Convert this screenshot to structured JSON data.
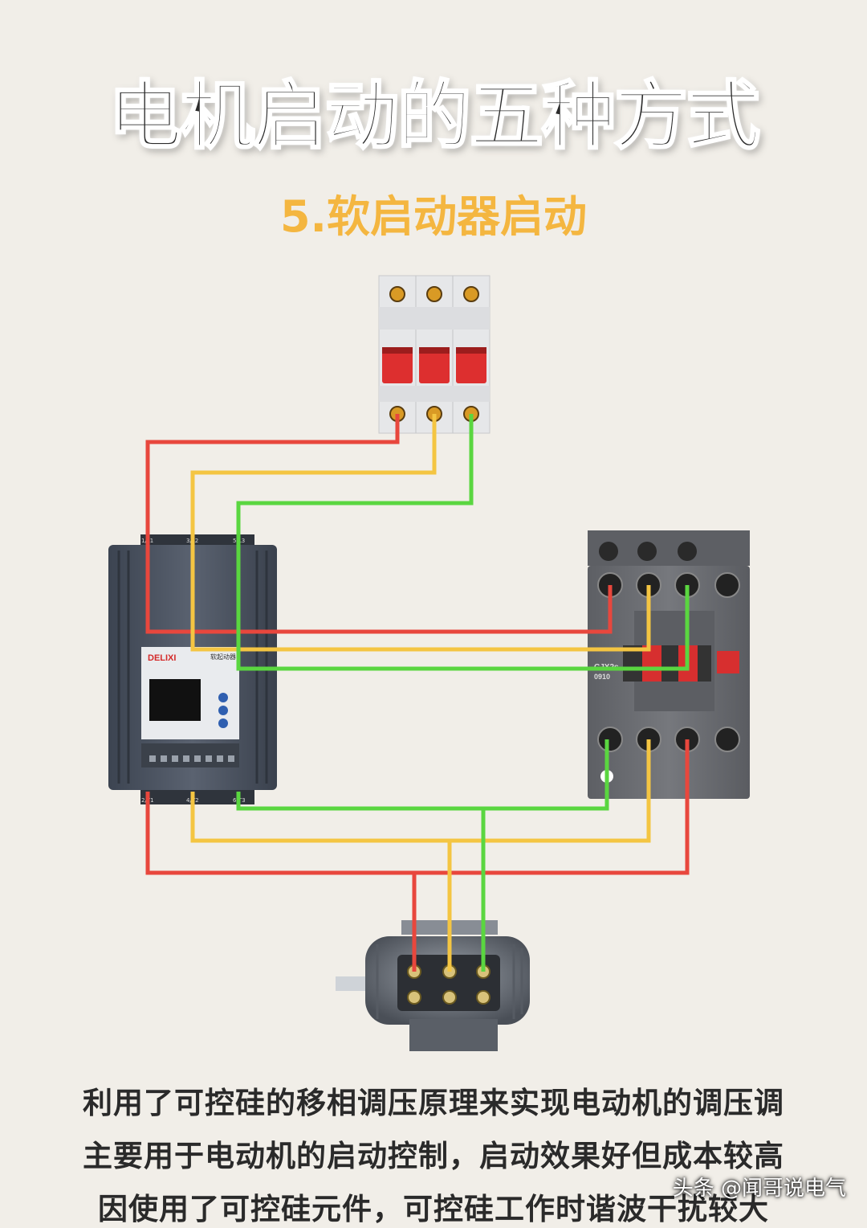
{
  "title": "电机启动的五种方式",
  "subtitle": "5.软启动器启动",
  "softstarter": {
    "brand": "DELIXI",
    "label": "软起动器",
    "terminals_top": [
      "1/L1",
      "3/L2",
      "5/L3"
    ],
    "terminals_bottom": [
      "2/T1",
      "4/T2",
      "6/T3"
    ]
  },
  "contactor": {
    "model": "CJX2s",
    "code": "0910"
  },
  "description": [
    "利用了可控硅的移相调压原理来实现电动机的调压调",
    "主要用于电动机的启动控制，启动效果好但成本较高",
    "因使用了可控硅元件，可控硅工作时谐波干扰较大"
  ],
  "watermark": "头条 @闻哥说电气",
  "colors": {
    "L1": "#e8473d",
    "L2": "#f4c542",
    "L3": "#5ad640",
    "accent": "#f4b640"
  }
}
